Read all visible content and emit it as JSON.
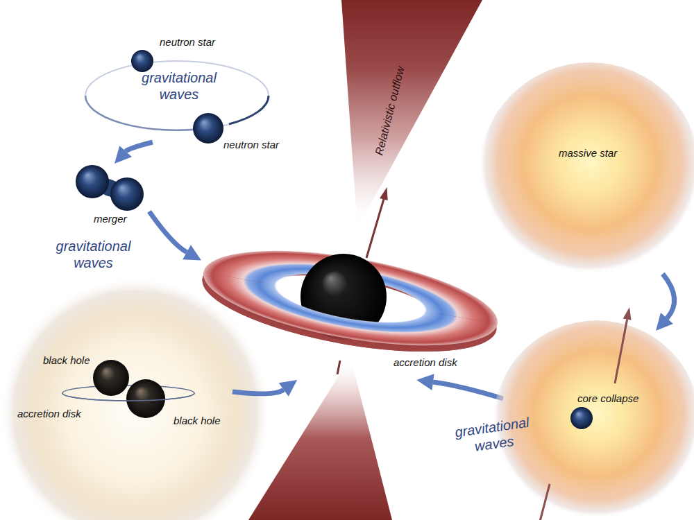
{
  "diagram": {
    "nodes": [
      {
        "text": [
          "gravitational waves"
        ]
      },
      {
        "text": [
          "neutron star"
        ],
        "in": 0
      },
      {
        "text": [
          "neutron star"
        ],
        "in": 0
      },
      {
        "text": [
          "merger"
        ]
      },
      {
        "text": [
          "accretion disk"
        ]
      },
      {
        "text": [
          "black hole",
          "accretion disk",
          "black hole"
        ]
      },
      {
        "text": [
          "massive star"
        ]
      },
      {
        "text": [
          "core collapse"
        ]
      }
    ],
    "edges": [
      {
        "from": 0,
        "to": 3,
        "arrow": "to"
      },
      {
        "from": 3,
        "to": 4,
        "arrow": "to"
      },
      {
        "from": 5,
        "to": 4,
        "arrow": "to"
      },
      {
        "from": 6,
        "to": 7,
        "arrow": "to"
      },
      {
        "from": 7,
        "to": 4,
        "arrow": "to"
      }
    ],
    "labels": [
      "gravitational waves",
      "Relativistic outflow",
      "gravitational waves"
    ]
  }
}
